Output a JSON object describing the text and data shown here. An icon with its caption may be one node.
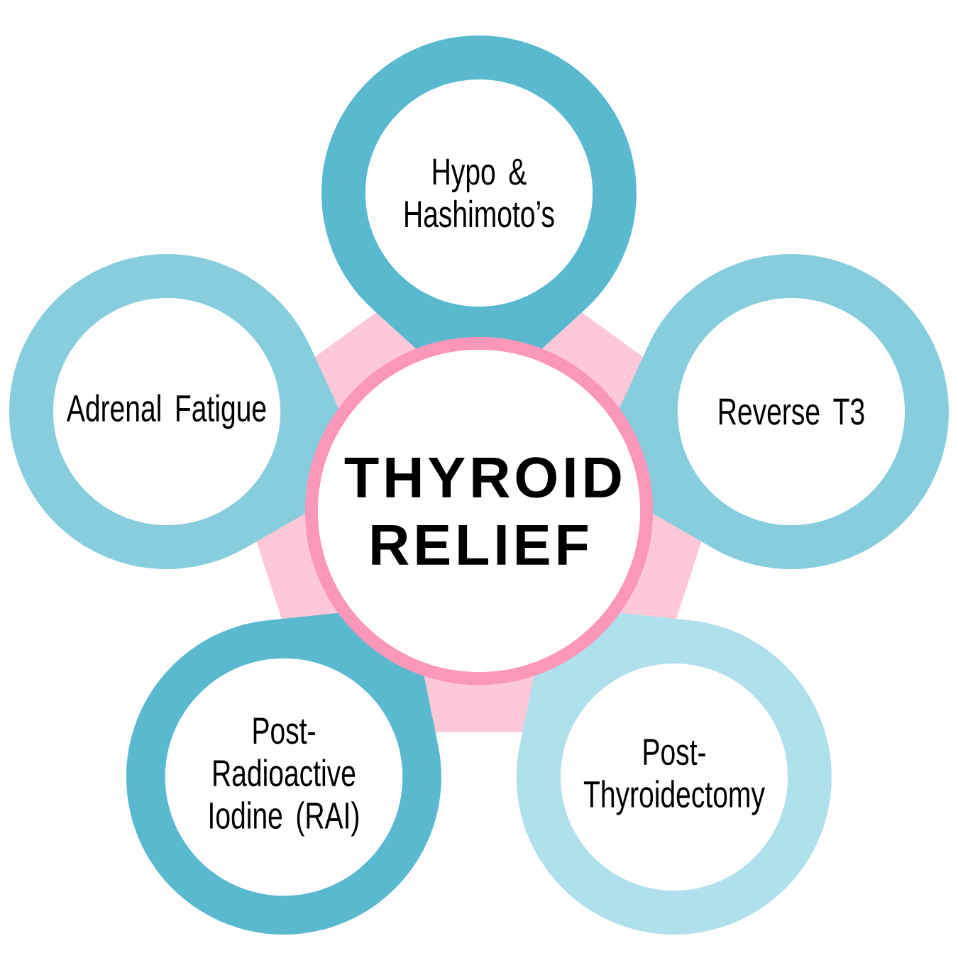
{
  "diagram": {
    "nodes": [
      {
        "text": [
          "THYROID RELIEF"
        ]
      },
      {
        "text": [
          "Hypo & Hashimoto’s"
        ]
      },
      {
        "text": [
          "Adrenal Fatigue"
        ]
      },
      {
        "text": [
          "Reverse T3"
        ]
      },
      {
        "text": [
          "Post-Radioactive Iodine (RAI)"
        ]
      },
      {
        "text": [
          "Post-Thyroidectomy"
        ]
      }
    ],
    "edges": []
  }
}
